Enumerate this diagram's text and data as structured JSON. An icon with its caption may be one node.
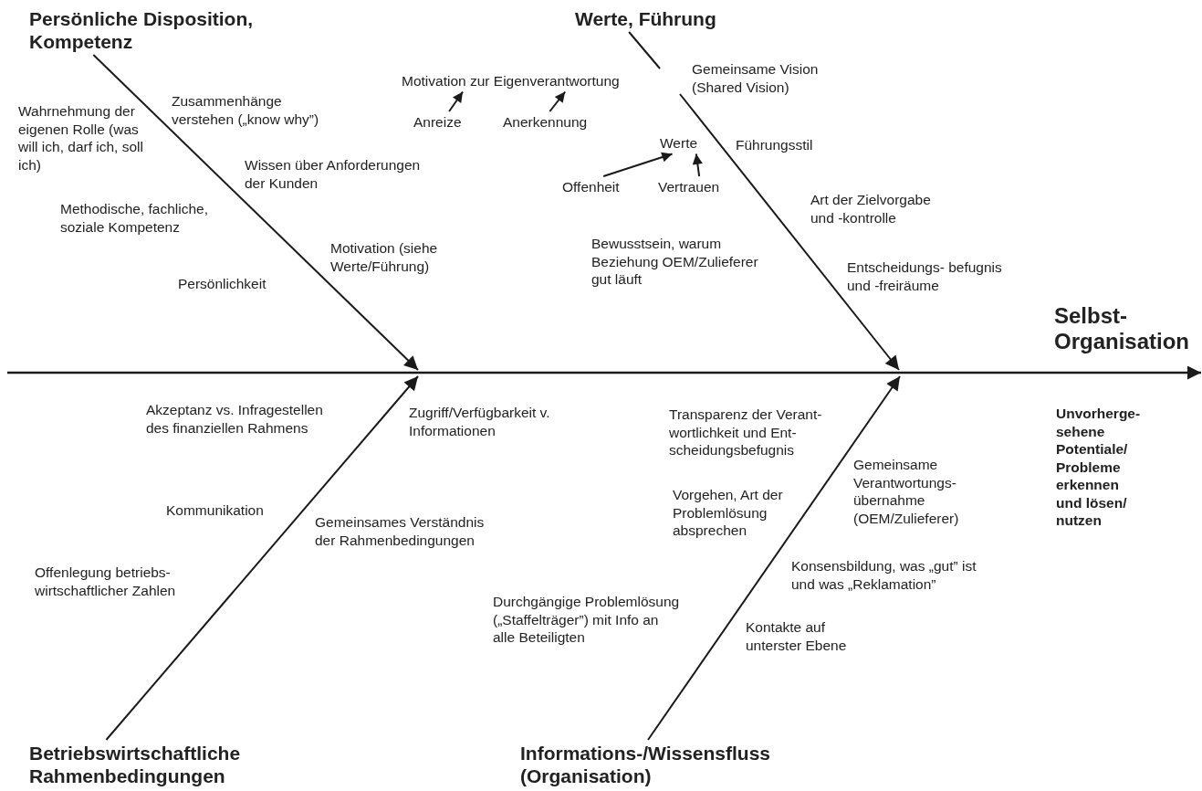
{
  "diagram": {
    "nodes": [
      {
        "text": [
          "Persönliche Disposition, Kompetenz"
        ]
      },
      {
        "text": [
          "Werte, Führung"
        ]
      },
      {
        "text": [
          "Betriebswirtschaftliche Rahmenbedingungen"
        ]
      },
      {
        "text": [
          "Informations-/Wissensfluss (Organisation)"
        ]
      },
      {
        "text": [
          "Motivation zur Eigenverantwortung"
        ]
      },
      {
        "text": [
          "Anreize"
        ]
      },
      {
        "text": [
          "Anerkennung"
        ]
      },
      {
        "text": [
          "Werte"
        ]
      },
      {
        "text": [
          "Offenheit"
        ]
      },
      {
        "text": [
          "Vertrauen"
        ]
      }
    ],
    "edges": [
      {
        "from": 0,
        "to": null,
        "arrow": "to"
      },
      {
        "from": 1,
        "to": null,
        "arrow": "to"
      },
      {
        "from": 2,
        "to": null,
        "arrow": "to"
      },
      {
        "from": 3,
        "to": null,
        "arrow": "to"
      },
      {
        "from": 5,
        "to": 4,
        "arrow": "to"
      },
      {
        "from": 6,
        "to": 4,
        "arrow": "to"
      },
      {
        "from": 8,
        "to": 7,
        "arrow": "to"
      },
      {
        "from": 9,
        "to": 7,
        "arrow": "to"
      }
    ],
    "labels": [
      "Wahrnehmung der eigenen Rolle (was will ich, darf ich, soll ich)",
      "Zusammenhänge verstehen („know why”)",
      "Wissen über Anforderungen der Kunden",
      "Methodische, fachliche, soziale Kompetenz",
      "Motivation (siehe Werte/Führung)",
      "Persönlichkeit",
      "Gemeinsame Vision (Shared Vision)",
      "Führungsstil",
      "Art der Zielvorgabe und -kontrolle",
      "Bewusstsein, warum Beziehung OEM/Zulieferer gut läuft",
      "Entscheidungs- befugnis und -freiräume",
      "Selbst- Organisation",
      "Akzeptanz vs. Infragestellen des finanziellen Rahmens",
      "Zugriff/Verfügbarkeit v. Informationen",
      "Transparenz der Verant- wortlichkeit und Ent- scheidungsbefugnis",
      "Unvorherge- sehene Potentiale/ Probleme erkennen und lösen/ nutzen",
      "Gemeinsame Verantwortungs- übernahme (OEM/Zulieferer)",
      "Kommunikation",
      "Gemeinsames Verständnis der Rahmenbedingungen",
      "Vorgehen, Art der Problemlösung absprechen",
      "Offenlegung betriebs- wirtschaftlicher Zahlen",
      "Konsensbildung, was „gut” ist und was „Reklamation”",
      "Durchgängige Problemlösung („Staffelträger”) mit Info an alle Beteiligten",
      "Kontakte auf unterster Ebene"
    ]
  }
}
